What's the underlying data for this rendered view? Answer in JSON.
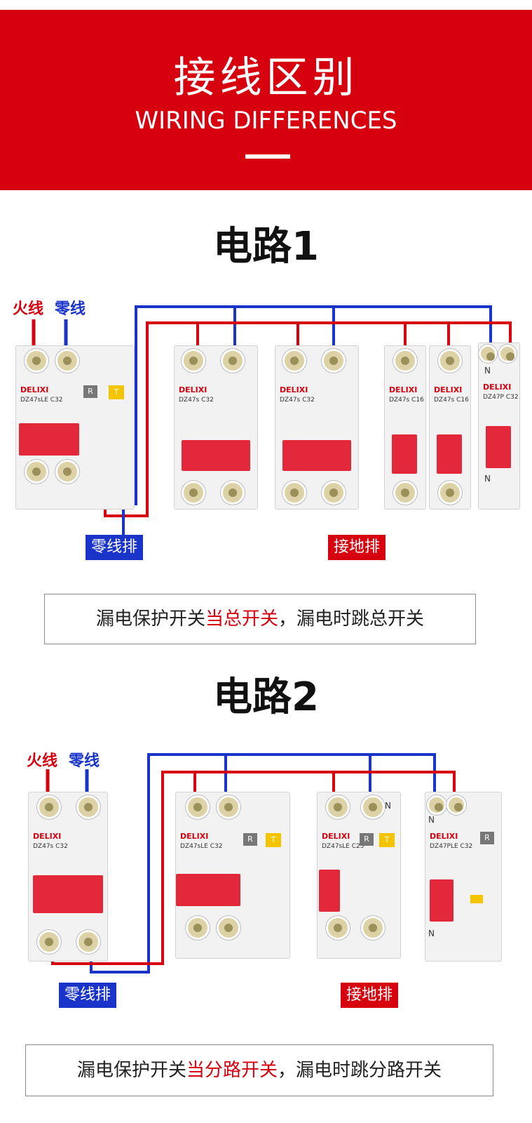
{
  "header": {
    "title": "接线区别",
    "subtitle": "WIRING DIFFERENCES"
  },
  "circuit1": {
    "title": "电路1",
    "live_label": "火线",
    "neutral_label": "零线",
    "neutral_bar": "零线排",
    "ground_bar": "接地排",
    "caption_prefix": "漏电保护开关",
    "caption_highlight": "当总开关",
    "caption_suffix": "，漏电时跳总开关",
    "breakers": [
      {
        "brand": "DELIXI",
        "model": "DZ47sLE C32"
      },
      {
        "brand": "DELIXI",
        "model": "DZ47s C32"
      },
      {
        "brand": "DELIXI",
        "model": "DZ47s C32"
      },
      {
        "brand": "DELIXI",
        "model": "DZ47s C16"
      },
      {
        "brand": "DELIXI",
        "model": "DZ47s C16"
      },
      {
        "brand": "DELIXI",
        "model": "DZ47P C32"
      }
    ]
  },
  "circuit2": {
    "title": "电路2",
    "live_label": "火线",
    "neutral_label": "零线",
    "neutral_bar": "零线排",
    "ground_bar": "接地排",
    "caption_prefix": "漏电保护开关",
    "caption_highlight": "当分路开关",
    "caption_suffix": "，漏电时跳分路开关",
    "breakers": [
      {
        "brand": "DELIXI",
        "model": "DZ47s C32"
      },
      {
        "brand": "DELIXI",
        "model": "DZ47sLE C32"
      },
      {
        "brand": "DELIXI",
        "model": "DZ47sLE C25"
      },
      {
        "brand": "DELIXI",
        "model": "DZ47PLE C32"
      }
    ]
  },
  "colors": {
    "accent_red": "#d7000f",
    "wire_blue": "#1a33c9",
    "wire_red": "#d7000f"
  }
}
